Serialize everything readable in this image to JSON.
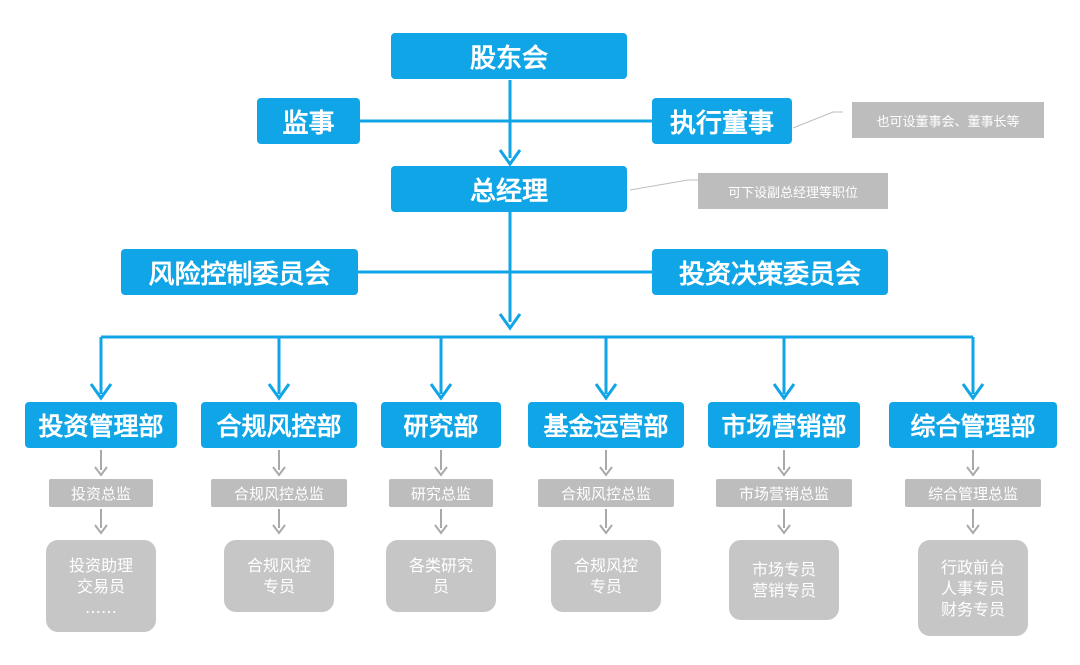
{
  "top": {
    "shareholders": "股东会",
    "supervisor": "监事",
    "executive_director": "执行董事",
    "general_manager": "总经理",
    "risk_committee": "风险控制委员会",
    "investment_committee": "投资决策委员会"
  },
  "notes": {
    "board_note": "也可设董事会、董事长等",
    "gm_note": "可下设副总经理等职位"
  },
  "departments": [
    {
      "name": "投资管理部",
      "head": "投资总监",
      "staff": [
        "投资助理",
        "交易员",
        "……"
      ]
    },
    {
      "name": "合规风控部",
      "head": "合规风控总监",
      "staff": [
        "合规风控",
        "专员"
      ]
    },
    {
      "name": "研究部",
      "head": "研究总监",
      "staff": [
        "各类研究",
        "员"
      ]
    },
    {
      "name": "基金运营部",
      "head": "合规风控总监",
      "staff": [
        "合规风控",
        "专员"
      ]
    },
    {
      "name": "市场营销部",
      "head": "市场营销总监",
      "staff": [
        "市场专员",
        "营销专员"
      ]
    },
    {
      "name": "综合管理部",
      "head": "综合管理总监",
      "staff": [
        "行政前台",
        "人事专员",
        "财务专员"
      ]
    }
  ],
  "colors": {
    "blue": "#0fa5e6",
    "gray": "#bdbdbd",
    "arrow_gray": "#a9a9a9"
  }
}
